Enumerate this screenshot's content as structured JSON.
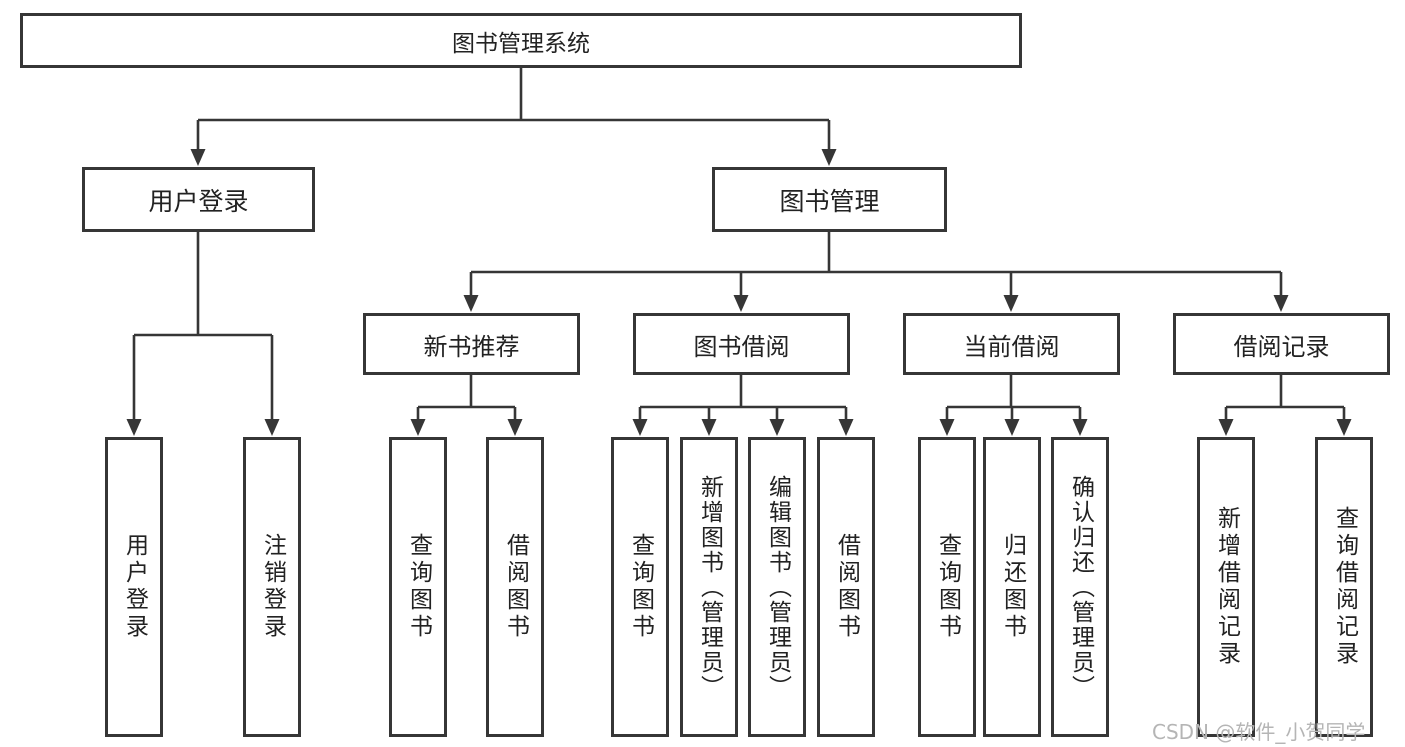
{
  "diagram": {
    "root": {
      "label": "图书管理系统"
    },
    "level2": [
      {
        "label": "用户登录"
      },
      {
        "label": "图书管理"
      }
    ],
    "level3": [
      {
        "label": "新书推荐"
      },
      {
        "label": "图书借阅"
      },
      {
        "label": "当前借阅"
      },
      {
        "label": "借阅记录"
      }
    ],
    "leaves": {
      "user_login": [
        "用户登录",
        "注销登录"
      ],
      "new_book_recommend": [
        "查询图书",
        "借阅图书"
      ],
      "book_borrowing": [
        "查询图书",
        "新增图书（管理员）",
        "编辑图书（管理员）",
        "借阅图书"
      ],
      "current_borrowing": [
        "查询图书",
        "归还图书",
        "确认归还（管理员）"
      ],
      "borrowing_records": [
        "新增借阅记录",
        "查询借阅记录"
      ]
    }
  },
  "watermark": {
    "text": "CSDN @软件_小贺同学"
  },
  "colors": {
    "line": "#363636",
    "text": "#222222",
    "watermark": "#b5b5b5",
    "background": "#ffffff"
  }
}
